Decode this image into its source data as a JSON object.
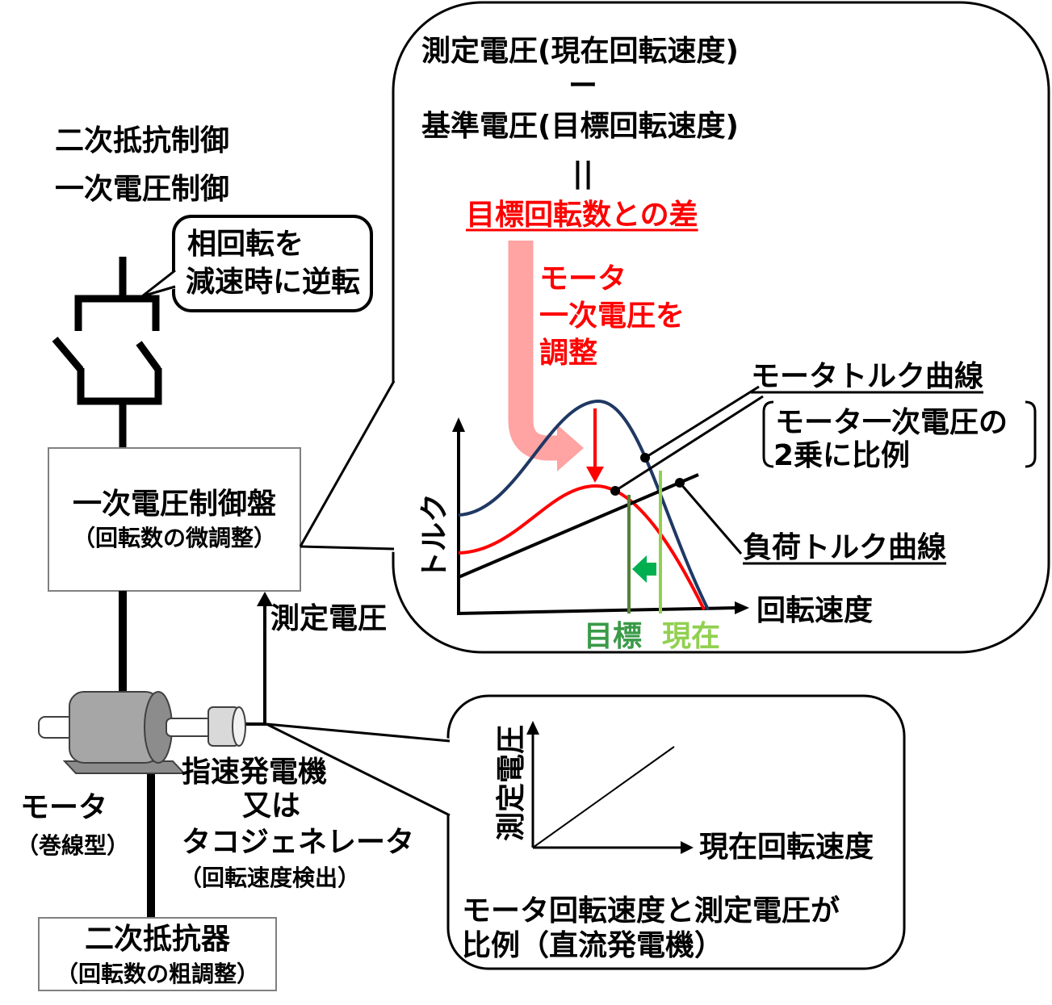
{
  "colors": {
    "text": "#000000",
    "red": "#ff0000",
    "pink_arrow": "#ffa3a3",
    "motor_curve": "#1f3864",
    "reduced_curve": "#ff0000",
    "target_text": "#3a9a48",
    "current_text": "#92d050",
    "target_line": "#548235",
    "current_line": "#92d050",
    "green_arrow": "#00b050",
    "box_border": "#808080",
    "motor_body": "#a6a6a6"
  },
  "left": {
    "methods": [
      "二次抵抗制御",
      "一次電圧制御"
    ],
    "phase_note": [
      "相回転を",
      "減速時に逆転"
    ],
    "control_panel": {
      "title": "一次電圧制御盤",
      "subtitle": "（回転数の微調整）"
    },
    "feedback_label": "測定電圧",
    "motor": {
      "name": "モータ",
      "type": "（巻線型）"
    },
    "tacho": [
      "指速発電機",
      "又は",
      "タコジェネレータ",
      "（回転速度検出）"
    ],
    "resistor": {
      "title": "二次抵抗器",
      "subtitle": "（回転数の粗調整）"
    }
  },
  "control_callout": {
    "formula": {
      "measured": "測定電圧(現在回転速度)",
      "minus": "ー",
      "reference": "基準電圧(目標回転速度)",
      "equals": "||",
      "result": "目標回転数との差"
    },
    "action": [
      "モータ",
      "一次電圧を",
      "調整"
    ],
    "chart": {
      "ylabel": "トルク",
      "xlabel": "回転速度",
      "motor_curve_label": "モータトルク曲線",
      "motor_curve_note": [
        "モータ一次電圧の",
        "2乗に比例"
      ],
      "load_curve_label": "負荷トルク曲線",
      "target_label": "目標",
      "current_label": "現在"
    }
  },
  "tacho_callout": {
    "ylabel": "測定電圧",
    "xlabel": "現在回転速度",
    "note": [
      "モータ回転速度と測定電圧が",
      "比例（直流発電機）"
    ]
  }
}
